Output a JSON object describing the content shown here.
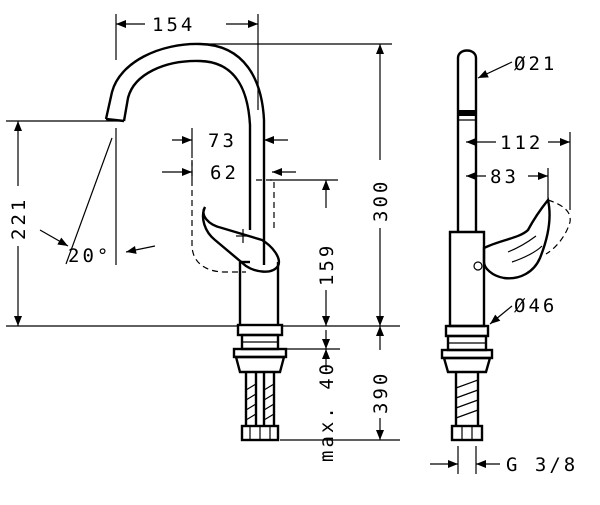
{
  "dimensions": {
    "spout_reach": "154",
    "spout_height": "221",
    "spout_angle": "20°",
    "handle_dist_a": "73",
    "handle_dist_b": "62",
    "handle_height": "159",
    "total_height": "300",
    "max_length_label": "max. 40",
    "thread_length": "390",
    "spout_diameter": "Ø21",
    "side_reach_a": "112",
    "side_reach_b": "83",
    "base_diameter": "Ø46",
    "connection_thread": "G 3/8"
  }
}
